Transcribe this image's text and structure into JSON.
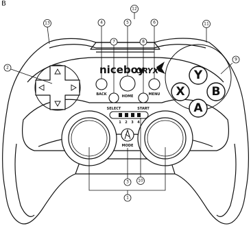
{
  "figure": {
    "panel_letter": "B",
    "brand_name": "niceboy",
    "product_name": "ORYX"
  },
  "buttons": {
    "back": "BACK",
    "home": "HOME",
    "menu": "MENU",
    "select": "SELECT",
    "start": "START",
    "mode": "MODE",
    "face_y": "Y",
    "face_x": "X",
    "face_b": "B",
    "face_a": "A"
  },
  "player_leds": [
    "1",
    "2",
    "3",
    "4"
  ],
  "callouts": [
    "1",
    "2",
    "3",
    "4",
    "5",
    "6",
    "7",
    "8",
    "9",
    "10",
    "11",
    "12",
    "13"
  ]
}
